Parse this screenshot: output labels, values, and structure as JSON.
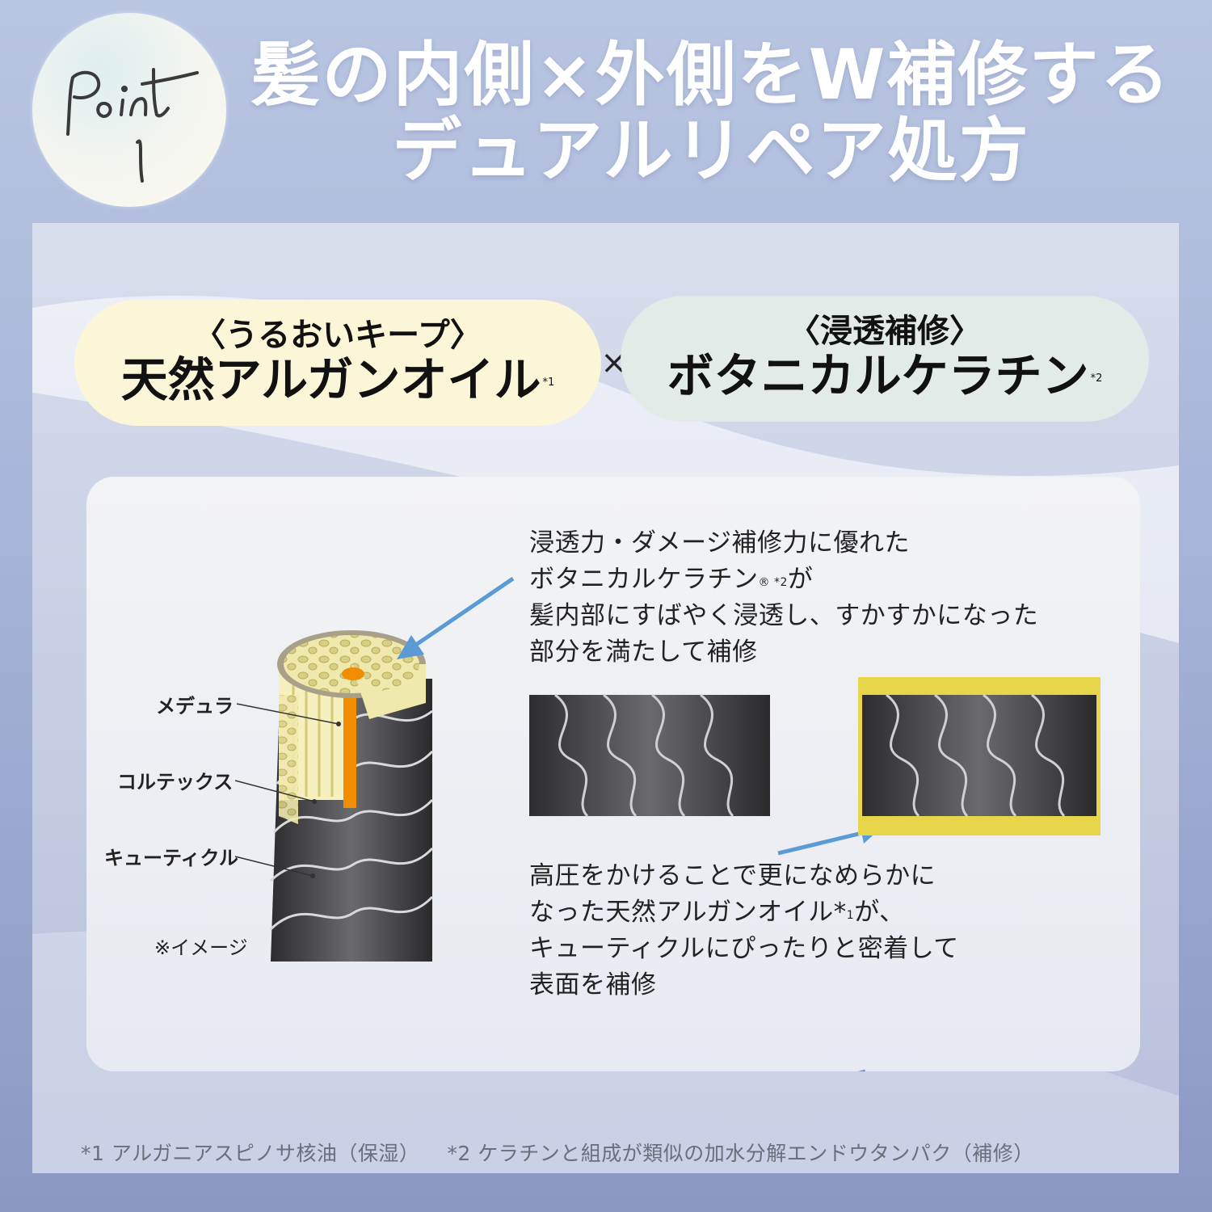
{
  "badge": {
    "word": "Point",
    "number": "1"
  },
  "headline": {
    "line1": "髪の内側×外側をW補修する",
    "line2": "デュアルリペア処方"
  },
  "left_pill": {
    "subtitle": "〈うるおいキープ〉",
    "title": "天然アルガンオイル",
    "note": "*1"
  },
  "times_symbol": "×",
  "right_pill": {
    "subtitle": "〈浸透補修〉",
    "title": "ボタニカルケラチン",
    "note": "*2"
  },
  "diagram": {
    "labels": {
      "medulla": "メデュラ",
      "cortex": "コルテックス",
      "cuticle": "キューティクル",
      "image_note": "※イメージ"
    },
    "colors": {
      "cortex": "#efe9ad",
      "medulla": "#f28c00",
      "cuticle": "#3b3b3d",
      "oil_coat": "#e8d64a",
      "arrow": "#5b9bd5"
    }
  },
  "top_text": {
    "line1": "浸透力・ダメージ補修力に優れた",
    "line2_a": "ボタニカルケラチン",
    "line2_sup": "® *2",
    "line2_b": "が",
    "line3": "髪内部にすばやく浸透し、すかすかになった",
    "line4": "部分を満たして補修"
  },
  "bottom_text": {
    "line1": "高圧をかけることで更になめらかに",
    "line2_a": "なった天然アルガンオイル*",
    "line2_sup": "1",
    "line2_b": "が、",
    "line3": "キューティクルにぴったりと密着して",
    "line4": "表面を補修"
  },
  "footnotes": {
    "note1": "*1 アルガニアスピノサ核油（保湿）",
    "note2": "*2 ケラチンと組成が類似の加水分解エンドウタンパク（補修）"
  }
}
